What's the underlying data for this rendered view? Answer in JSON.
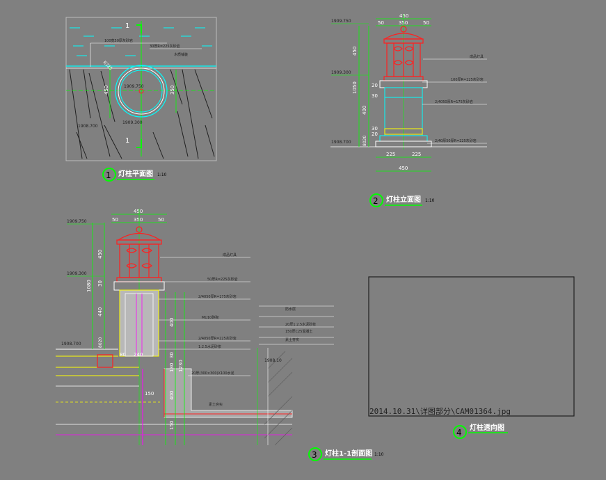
{
  "views": [
    {
      "number": "1",
      "title": "灯柱平面图",
      "scale": "1:10"
    },
    {
      "number": "2",
      "title": "灯柱立面图",
      "scale": "1:10"
    },
    {
      "number": "3",
      "title": "灯柱1-1剖面图",
      "scale": "1:10"
    },
    {
      "number": "4",
      "title": "灯柱透向图"
    }
  ],
  "plan": {
    "section_mark": "1",
    "elevations": [
      "1909.750",
      "1909.300",
      "1908.700"
    ],
    "dims": [
      "450",
      "350",
      "R225"
    ],
    "notes": [
      "100宽50厚灰砂岩",
      "30厚R=225灰砂岩",
      "木质铺装"
    ]
  },
  "elevation": {
    "top_dims": [
      "450",
      "50",
      "350",
      "50"
    ],
    "bottom_dims": [
      "225",
      "225",
      "450"
    ],
    "left_dims": [
      "450",
      "1050",
      "20",
      "400",
      "30",
      "20",
      "30",
      "8020"
    ],
    "elevations": [
      "1909.750",
      "1909.300",
      "1908.700"
    ],
    "notes": [
      "成品灯具",
      "100厚R=225灰砂岩",
      "2/4050厚R=175灰砂岩",
      "2/40厚50厚R=225灰砂岩"
    ]
  },
  "section": {
    "top_dims": [
      "450",
      "50",
      "350",
      "50"
    ],
    "left_dims": [
      "450",
      "30",
      "1080",
      "440",
      "8020"
    ],
    "bottom_dims": [
      "80",
      "240"
    ],
    "right_dims": [
      "400",
      "30",
      "130",
      "1230",
      "150",
      "400",
      "150"
    ],
    "elevations": [
      "1909.750",
      "1909.300",
      "1908.700",
      "1908.10"
    ],
    "notes": [
      "成品灯具",
      "50厚R=225灰砂岩",
      "2/4050厚R=175灰砂岩",
      "MU10砖砌",
      "2/4050厚R=225灰砂岩",
      "1:2.5水泥砂浆",
      "20厚(300×300)X100水泥",
      "防水层",
      "20厚1:2.5水泥砂浆",
      "150厚C25混凝土",
      "素土夯实"
    ],
    "ground_label": "素土夯实"
  },
  "photo": {
    "caption": "2014.10.31\\详图部分\\CAM01364.jpg"
  },
  "colors": {
    "background": "#808080",
    "lamp": "#ff2020",
    "cyan": "#00ffff",
    "green": "#00ff00",
    "yellow": "#ffff00",
    "magenta": "#ff00ff",
    "white": "#ffffff",
    "dark": "#202020"
  }
}
